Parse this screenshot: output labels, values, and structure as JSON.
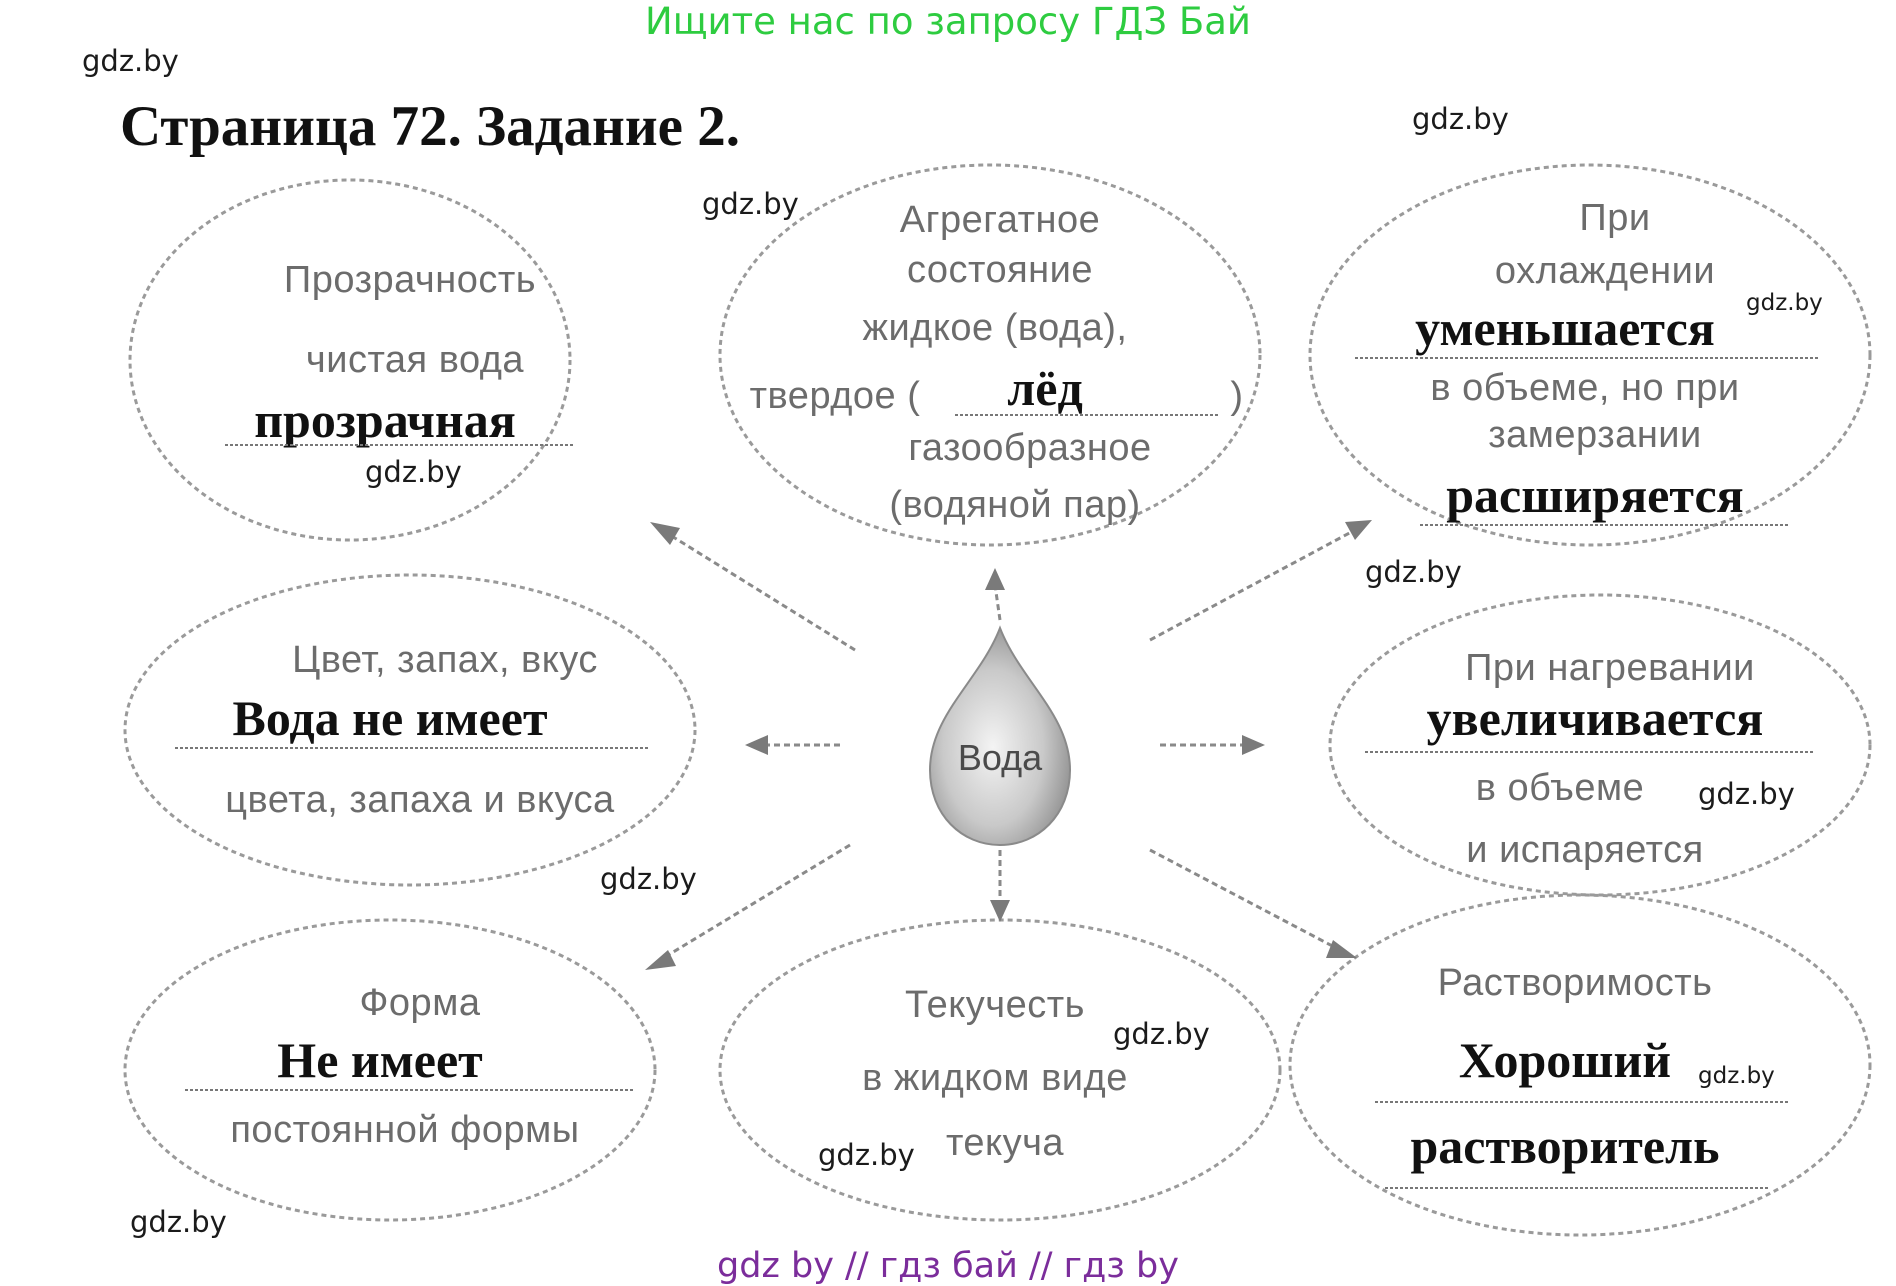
{
  "promo_banner": "Ищите нас по запросу ГДЗ Бай",
  "page_title": "Страница 72. Задание 2.",
  "watermark": "gdz.by",
  "footer": "gdz by  //  гдз бай  //  гдз by",
  "colors": {
    "promo": "#2ecc40",
    "footer": "#7b2d9b",
    "answer": "#111111",
    "printed": "#6c6c6c"
  },
  "center": {
    "label": "Вода",
    "icon": "water-drop-icon"
  },
  "nodes": {
    "transparency": {
      "lines": [
        "Прозрачность",
        "чистая вода"
      ],
      "answer": "прозрачная"
    },
    "state": {
      "lines": [
        "Агрегатное",
        "состояние",
        "жидкое (вода),",
        "твердое (",
        ")",
        "газообразное",
        "(водяной пар)"
      ],
      "answer": "лёд"
    },
    "cooling": {
      "lines": [
        "При",
        "охлаждении",
        "в объеме, но при",
        "замерзании"
      ],
      "answer_1": "уменьшается",
      "answer_2": "расширяется"
    },
    "color": {
      "lines": [
        "Цвет, запах, вкус",
        "цвета, запаха и вкуса"
      ],
      "answer": "Вода не имеет"
    },
    "heating": {
      "lines": [
        "При нагревании",
        "в объеме",
        "и испаряется"
      ],
      "answer": "увеличивается"
    },
    "shape": {
      "lines": [
        "Форма",
        "постоянной формы"
      ],
      "answer": "Не имеет"
    },
    "fluidity": {
      "lines": [
        "Текучесть",
        "в жидком виде",
        "текуча"
      ]
    },
    "solubility": {
      "lines": [
        "Растворимость"
      ],
      "answer_1": "Хороший",
      "answer_2": "растворитель"
    }
  }
}
